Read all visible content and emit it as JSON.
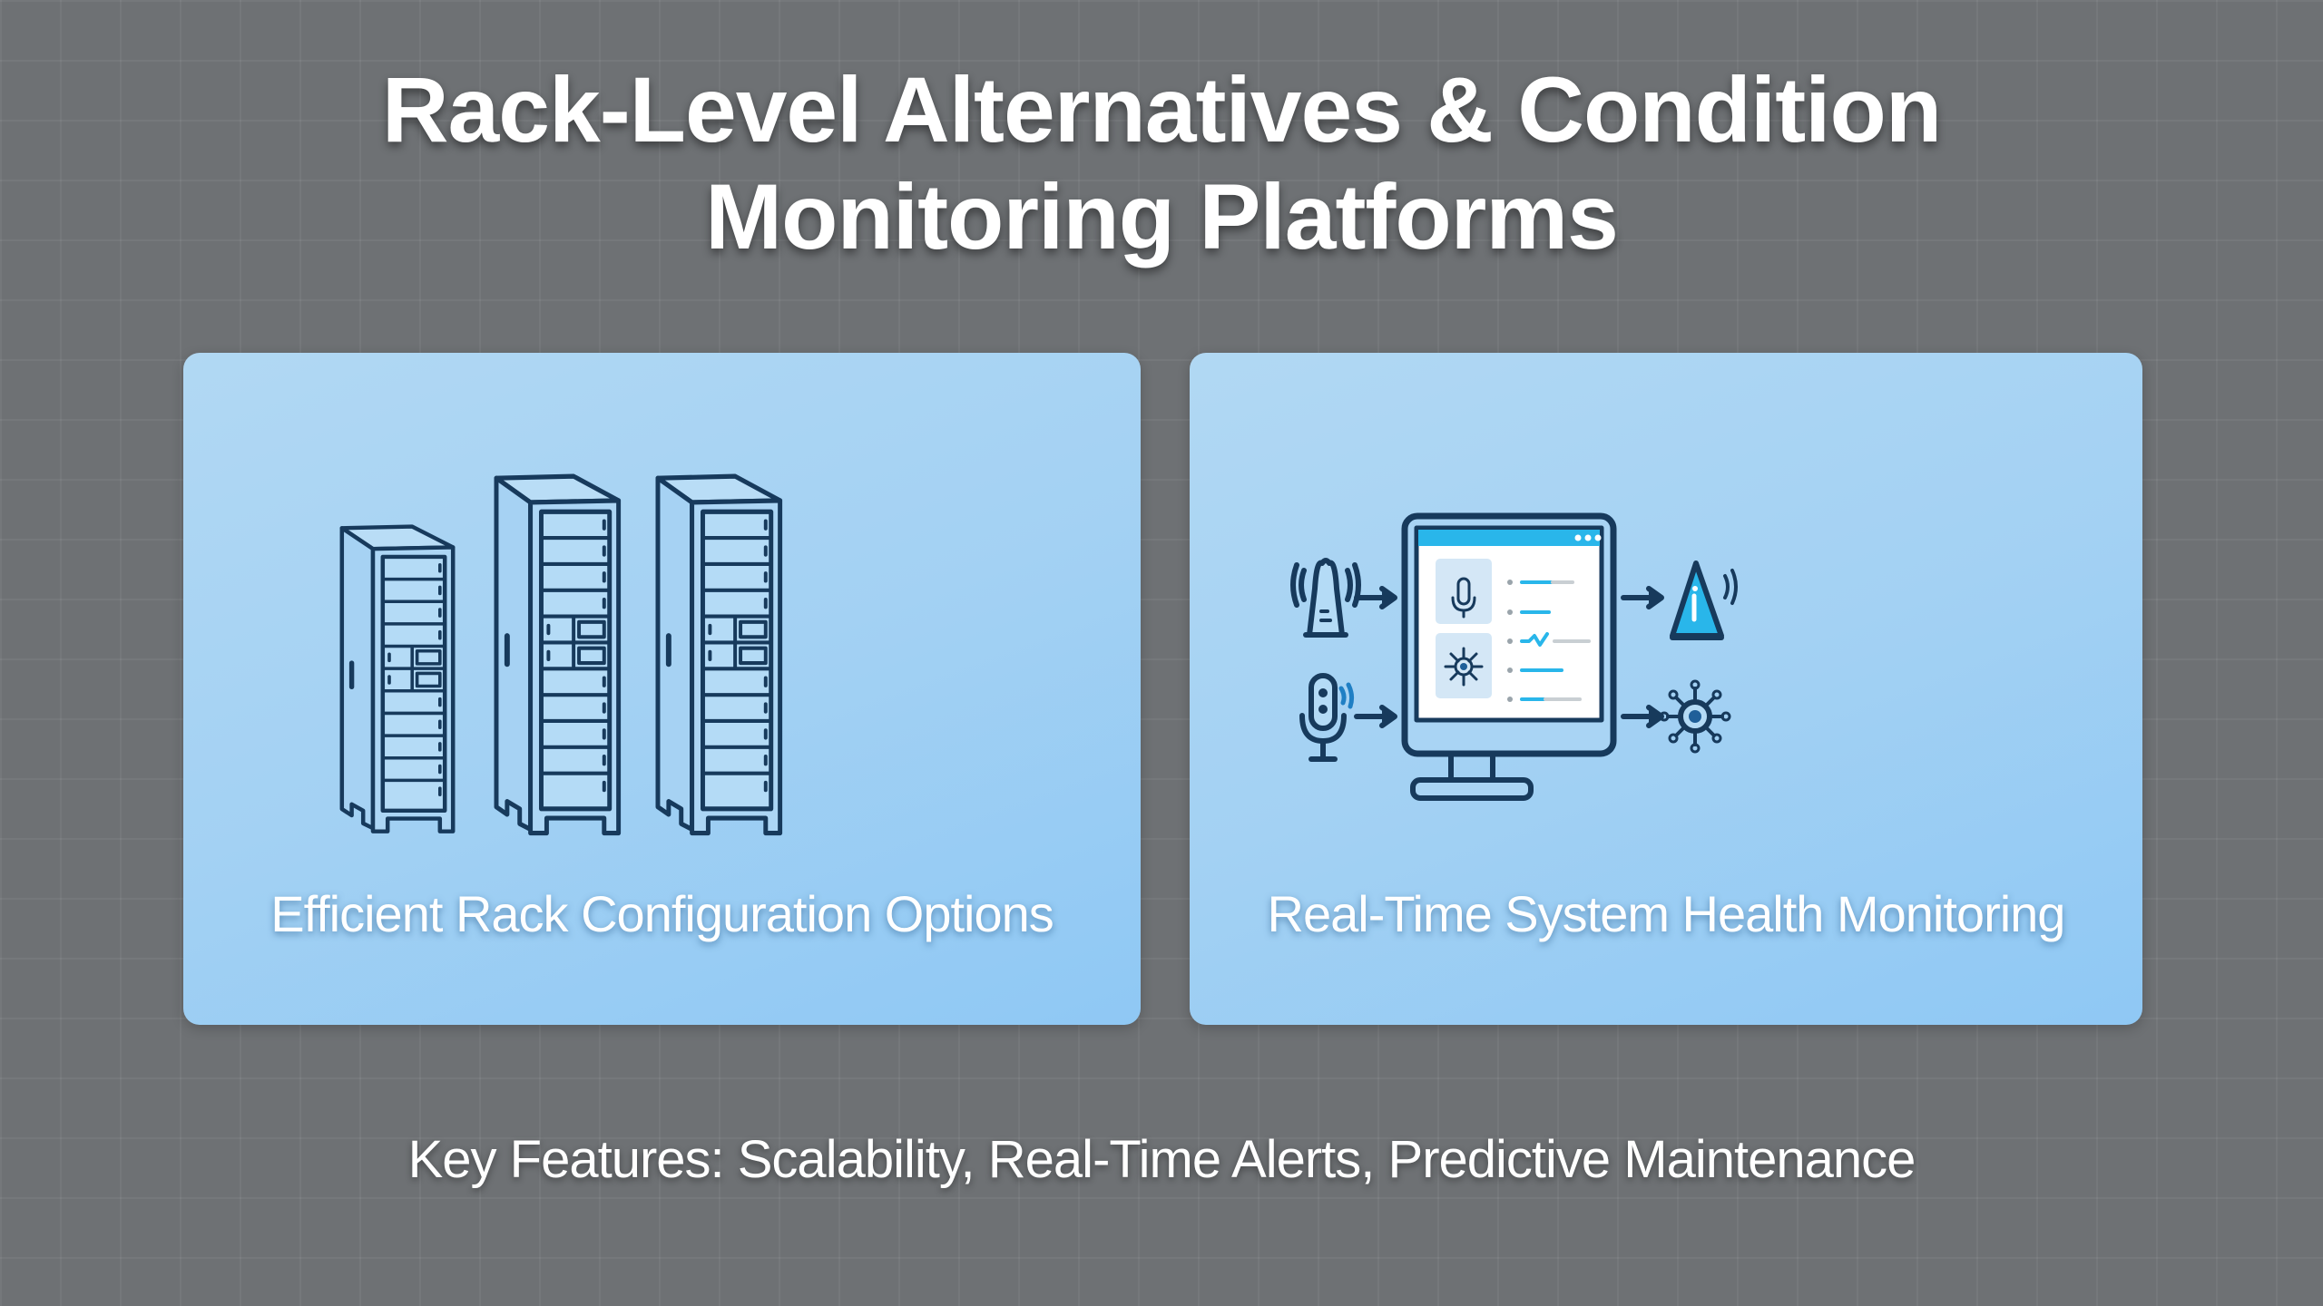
{
  "title": {
    "line1": "Rack-Level Alternatives & Condition",
    "line2": "Monitoring Platforms"
  },
  "cards": [
    {
      "label": "Efficient Rack Configuration Options",
      "icon": "server-racks"
    },
    {
      "label": "Real-Time System Health Monitoring",
      "icon": "monitoring-dashboard"
    }
  ],
  "footer": "Key Features: Scalability, Real-Time Alerts, Predictive Maintenance",
  "colors": {
    "background": "#6e7174",
    "card": "#a3d1f3",
    "stroke": "#173a5c",
    "accent": "#29b6ea"
  }
}
